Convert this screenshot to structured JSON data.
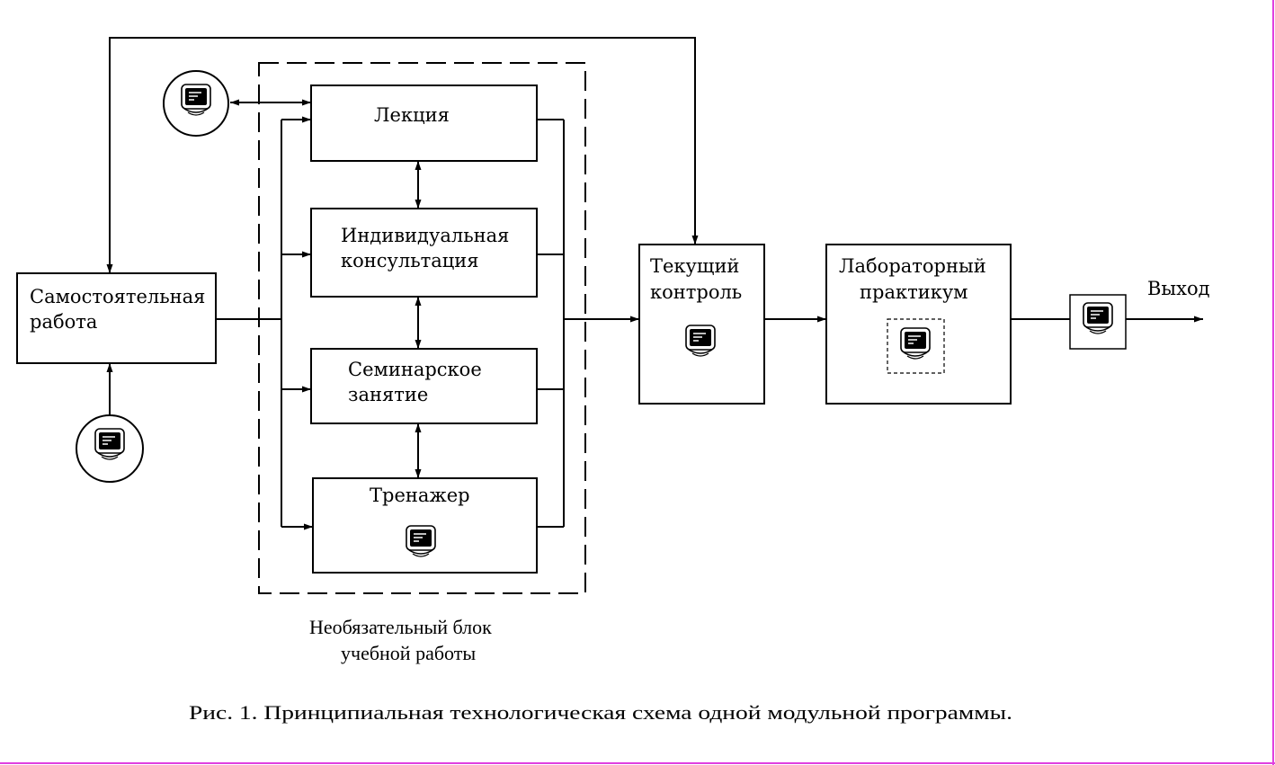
{
  "diagram": {
    "nodes": {
      "self_study": [
        "Самостоятельная",
        "работа"
      ],
      "lecture": [
        "Лекция"
      ],
      "consultation": [
        "Индивидуальная",
        "консультация"
      ],
      "seminar": [
        "Семинарское",
        "занятие"
      ],
      "trainer": [
        "Тренажер"
      ],
      "current_control": [
        "Текущий",
        "контроль"
      ],
      "lab_practicum": [
        "Лабораторный",
        "практикум"
      ]
    },
    "output_label": "Выход",
    "optional_block_label": [
      "Необязательный блок",
      "учебной работы"
    ],
    "caption": "Рис. 1. Принципиальная технологическая схема одной модульной программы.",
    "icon": "computer-monitor-icon",
    "colors": {
      "line": "#000000",
      "page_border": "#e040e0",
      "monitor_screen": "#000000"
    }
  }
}
